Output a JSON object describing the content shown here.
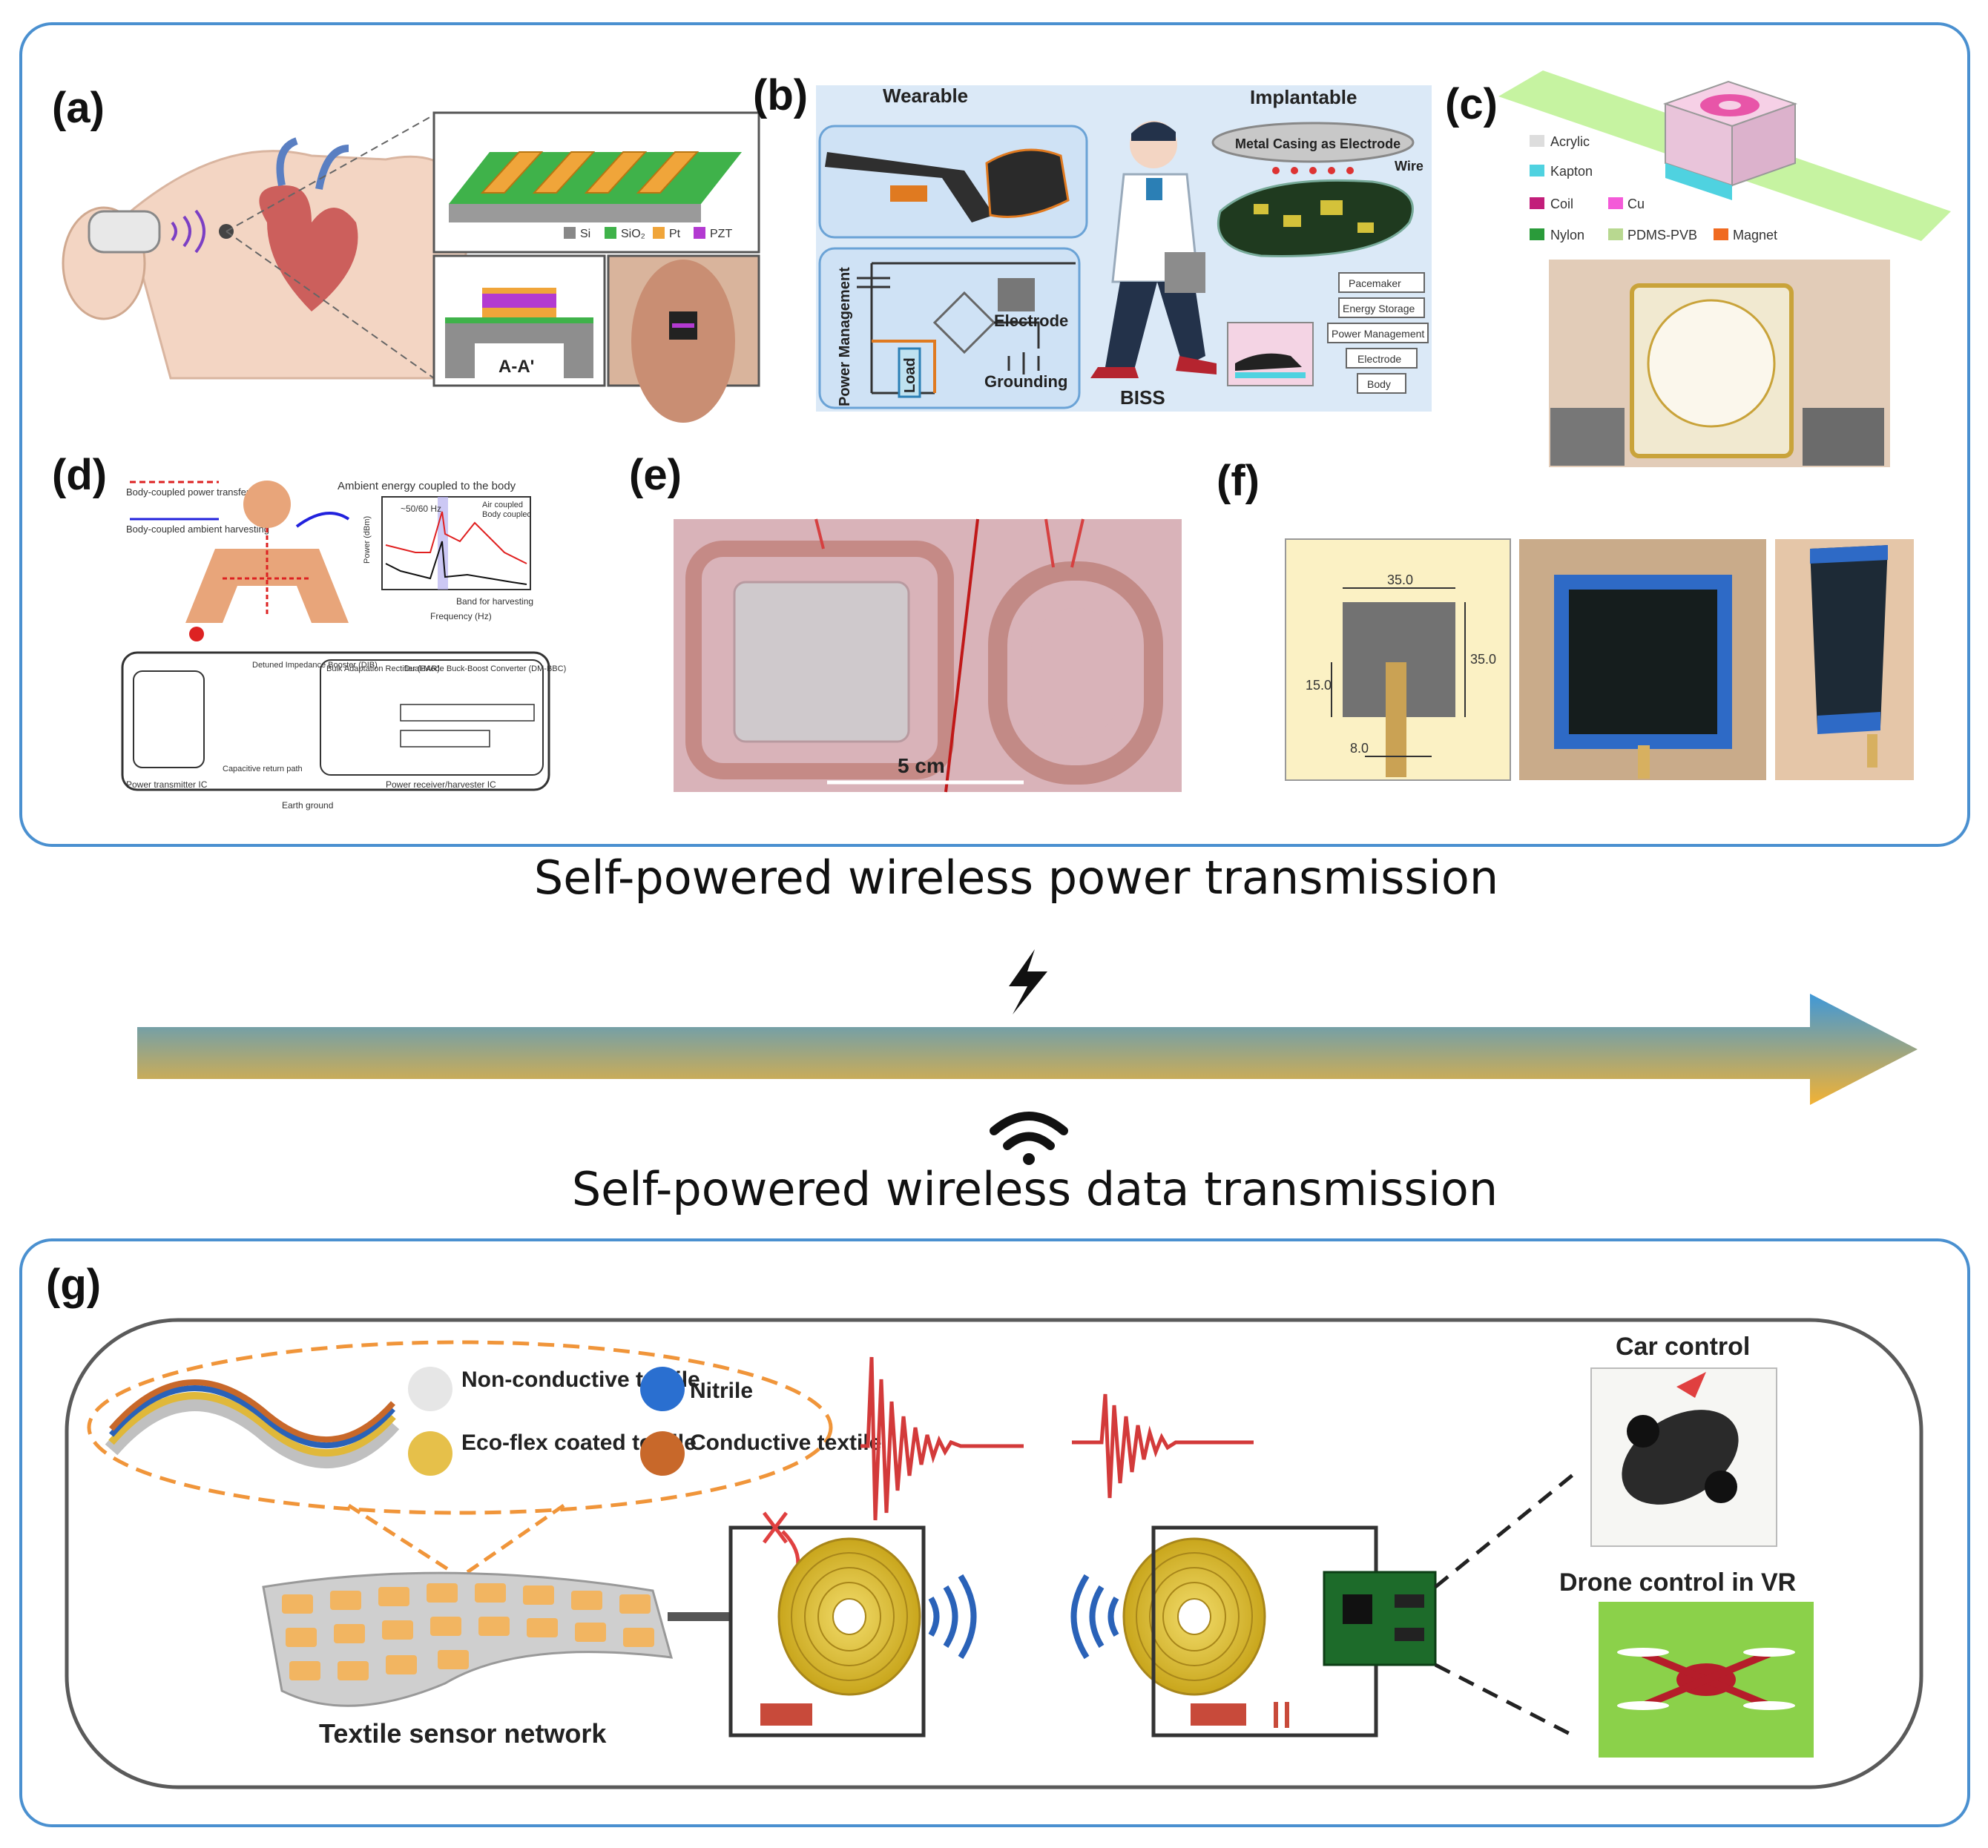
{
  "panels": {
    "a": {
      "label": "(a)",
      "legend": [
        "Si",
        "SiO₂",
        "Pt",
        "PZT"
      ],
      "section": "A-A'"
    },
    "b": {
      "label": "(b)",
      "wearable": "Wearable",
      "implantable": "Implantable",
      "metal_casing": "Metal Casing as Electrode",
      "wire": "Wire",
      "electrode": "Electrode",
      "grounding": "Grounding",
      "power_mgmt": "Power Management",
      "load": "Load",
      "biss": "BISS",
      "stack": [
        "Pacemaker",
        "Energy Storage",
        "Power Management",
        "Electrode",
        "Body"
      ]
    },
    "c": {
      "label": "(c)",
      "legend": [
        "Acrylic",
        "Kapton",
        "Coil",
        "Cu",
        "Nylon",
        "PDMS-PVB",
        "Magnet"
      ]
    },
    "d": {
      "label": "(d)",
      "body_coupled_power": "Body-coupled power transfer",
      "body_coupled_harvest": "Body-coupled ambient harvesting",
      "ambient": "Ambient energy coupled to the body",
      "air_coupled": "Air coupled",
      "body_coupled": "Body coupled",
      "hz": "~50/60 Hz",
      "band": "Band for harvesting",
      "freq": "Frequency (Hz)",
      "power": "Power (dBm)",
      "detuned": "Detuned Impedance Booster (DIB)",
      "bulk": "Bulk Adaptation Rectifier (BAR)",
      "dual": "Dual-Mode Buck-Boost Converter (DM-BBC)",
      "tx": "Power transmitter IC",
      "rx": "Power receiver/harvester IC",
      "earth": "Earth ground",
      "cap_path": "Capacitive return path"
    },
    "e": {
      "label": "(e)",
      "scale": "5 cm"
    },
    "f": {
      "label": "(f)",
      "dim_w": "35.0",
      "dim_h": "35.0",
      "dim_feed": "15.0",
      "dim_line": "8.0"
    },
    "g": {
      "label": "(g)",
      "legend": [
        "Non-conductive textile",
        "Eco-flex coated textile",
        "Nitrile",
        "Conductive textile"
      ],
      "sensor": "Textile sensor network",
      "car": "Car control",
      "drone": "Drone control in VR"
    }
  },
  "captions": {
    "power": "Self-powered wireless power transmission",
    "data": "Self-powered wireless data transmission"
  },
  "colors": {
    "frame": "#4a90d0",
    "arrow_top": "#3f98d8",
    "arrow_bottom": "#f3b233",
    "coil": "#d9b832",
    "signal": "#d33a3a"
  }
}
